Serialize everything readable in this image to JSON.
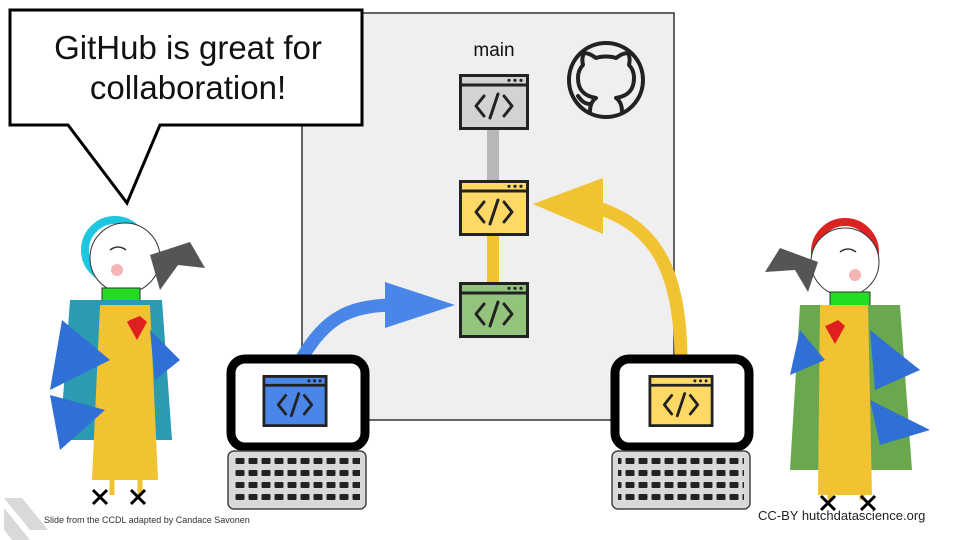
{
  "speech_bubble": {
    "text_line1": "GitHub is great for",
    "text_line2": "collaboration!"
  },
  "repository": {
    "branch_label": "main",
    "logo": "github-octocat-icon",
    "commits": [
      {
        "name": "main-commit",
        "color": "#d3d3d3",
        "icon": "code-icon"
      },
      {
        "name": "yellow-commit",
        "color": "#ffd966",
        "icon": "code-icon"
      },
      {
        "name": "blue-commit",
        "color": "#93c47d",
        "icon": "code-icon"
      }
    ]
  },
  "computers": [
    {
      "name": "left-computer",
      "screen_file_color": "#4a86e8",
      "arrow_color": "#4a86e8"
    },
    {
      "name": "right-computer",
      "screen_file_color": "#ffd966",
      "arrow_color": "#f1c232"
    }
  ],
  "colors": {
    "panel": "#efefef",
    "panel_border": "#333333",
    "blue_arrow": "#4a86e8",
    "yellow_arrow": "#f1c232",
    "connector_gray": "#b7b7b7"
  },
  "credits": {
    "left": "Slide from the CCDL adapted by Candace Savonen",
    "right": "CC-BY  hutchdatascience.org"
  }
}
